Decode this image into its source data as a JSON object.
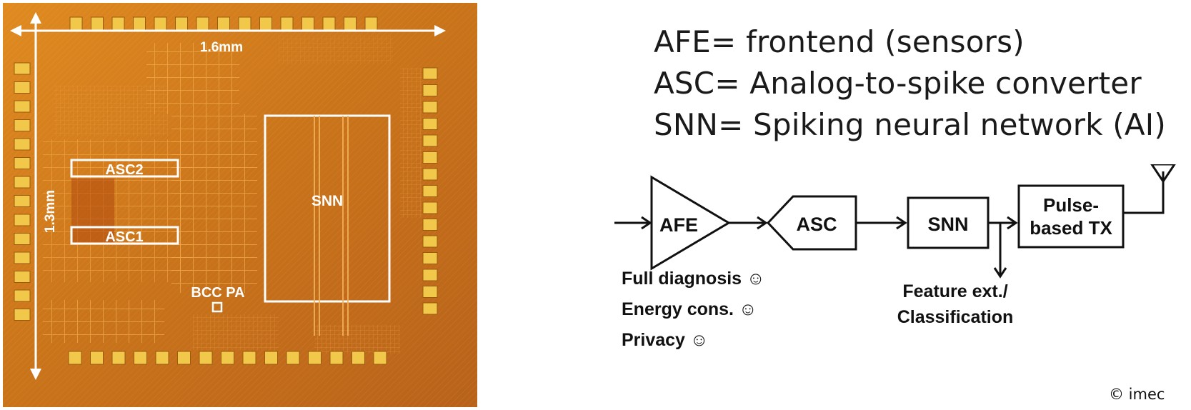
{
  "chip": {
    "width_label": "1.6mm",
    "height_label": "1.3mm",
    "blocks": {
      "snn": "SNN",
      "asc2": "ASC2",
      "asc1": "ASC1",
      "bcc_pa": "BCC PA"
    }
  },
  "legend": [
    "AFE= frontend (sensors)",
    "ASC= Analog-to-spike converter",
    "SNN= Spiking neural network (AI)"
  ],
  "diagram": {
    "afe": "AFE",
    "asc": "ASC",
    "snn": "SNN",
    "tx_line1": "Pulse-",
    "tx_line2": "based TX",
    "benefits": [
      "Full diagnosis ☺",
      "Energy cons. ☺",
      "Privacy ☺"
    ],
    "feature_line1": "Feature ext./",
    "feature_line2": "Classification"
  },
  "credit": "© imec",
  "colors": {
    "die": "#d07a18",
    "pad": "#f2c84a",
    "chip_line": "#ffffff",
    "diagram_line": "#111111"
  }
}
